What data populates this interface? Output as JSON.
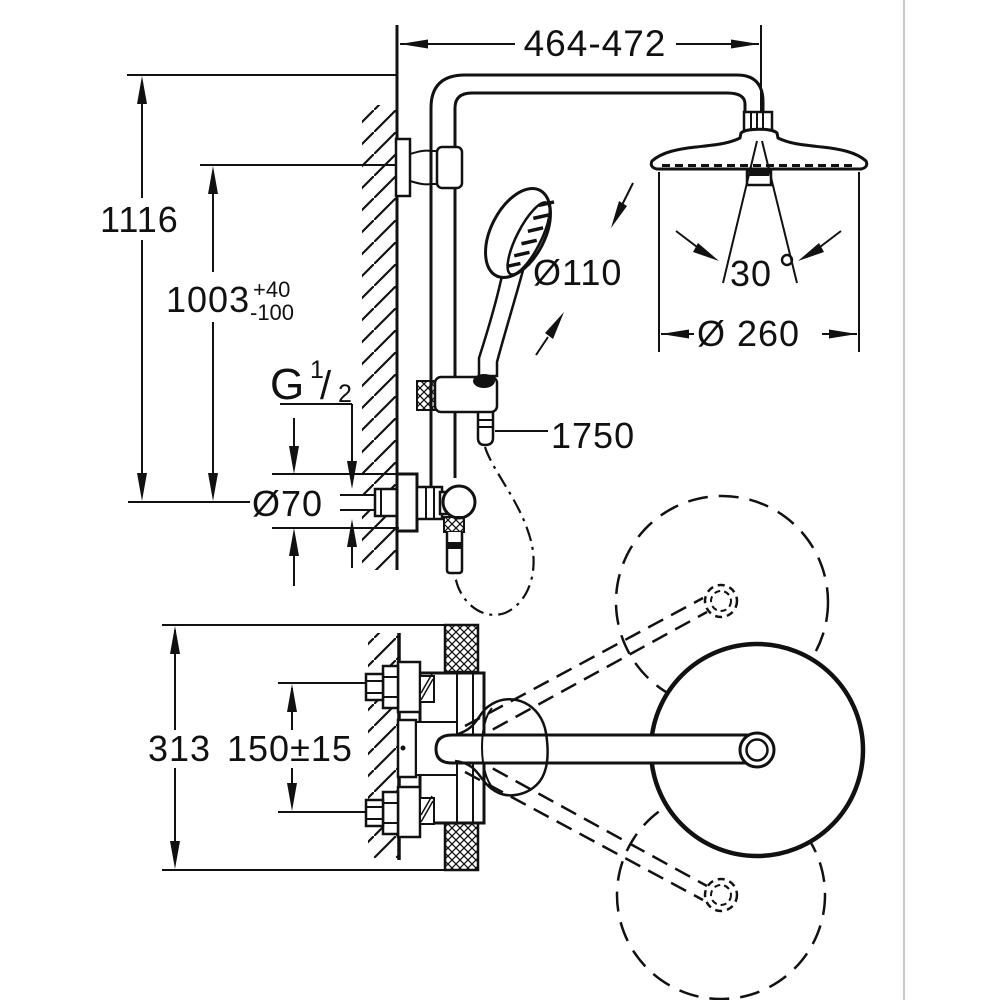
{
  "meta": {
    "type": "technical-dimension-drawing",
    "subject": "wall-mounted shower system with thermostat, head shower and hand shower"
  },
  "colors": {
    "line": "#111111",
    "background": "#ffffff",
    "edge_border": "#c8c8c8"
  },
  "dims": {
    "top_width": "464-472",
    "total_height": "1116",
    "supply_height": "1003",
    "supply_tol_plus": "+40",
    "supply_tol_minus": "-100",
    "thread_letter": "G",
    "thread_numerator": "1",
    "thread_slash": "/",
    "thread_denominator": "2",
    "escutcheon_diameter": "Ø70",
    "handshower_diameter": "Ø110",
    "hose_length": "1750",
    "swivel_angle": "30",
    "head_diameter": "Ø 260",
    "wall_depth": "313",
    "inlet_spacing": "150±15"
  }
}
